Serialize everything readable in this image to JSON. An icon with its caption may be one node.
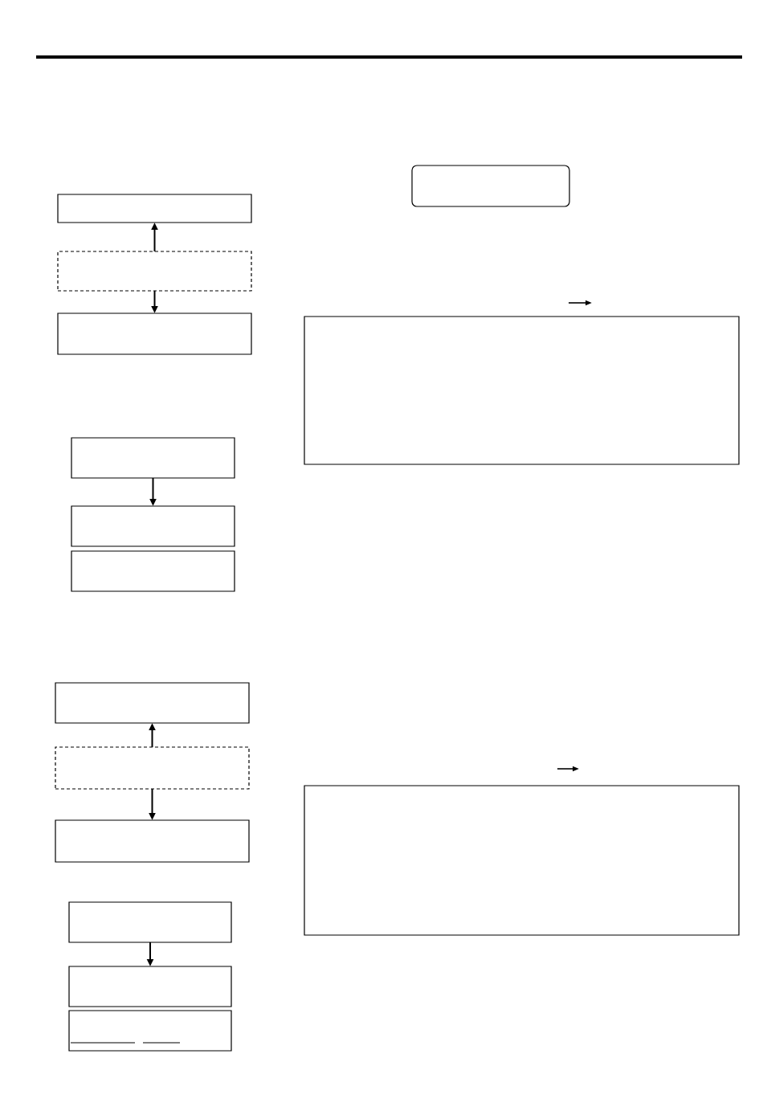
{
  "diagram": {
    "nodes": [
      {
        "text": [],
        "shape": "box"
      },
      {
        "text": [],
        "shape": "box"
      },
      {
        "text": [],
        "shape": "box"
      },
      {
        "text": [],
        "shape": "box"
      },
      {
        "text": [],
        "shape": "box"
      },
      {
        "text": [],
        "shape": "box"
      },
      {
        "text": [],
        "shape": "box"
      },
      {
        "text": [],
        "shape": "box"
      },
      {
        "text": [],
        "shape": "box"
      },
      {
        "text": [],
        "shape": "box"
      },
      {
        "text": [],
        "shape": "box"
      },
      {
        "text": [],
        "shape": "box"
      },
      {
        "text": [],
        "shape": "box"
      },
      {
        "text": [],
        "shape": "box"
      },
      {
        "text": [],
        "shape": "box"
      }
    ],
    "edges": [
      {
        "from": 1,
        "to": 0,
        "arrow": "to"
      },
      {
        "from": 1,
        "to": 2,
        "arrow": "to"
      },
      {
        "from": 3,
        "to": 4,
        "arrow": "to"
      },
      {
        "from": 7,
        "to": 6,
        "arrow": "to"
      },
      {
        "from": 7,
        "to": 8,
        "arrow": "to"
      },
      {
        "from": 9,
        "to": 10,
        "arrow": "to"
      }
    ]
  }
}
